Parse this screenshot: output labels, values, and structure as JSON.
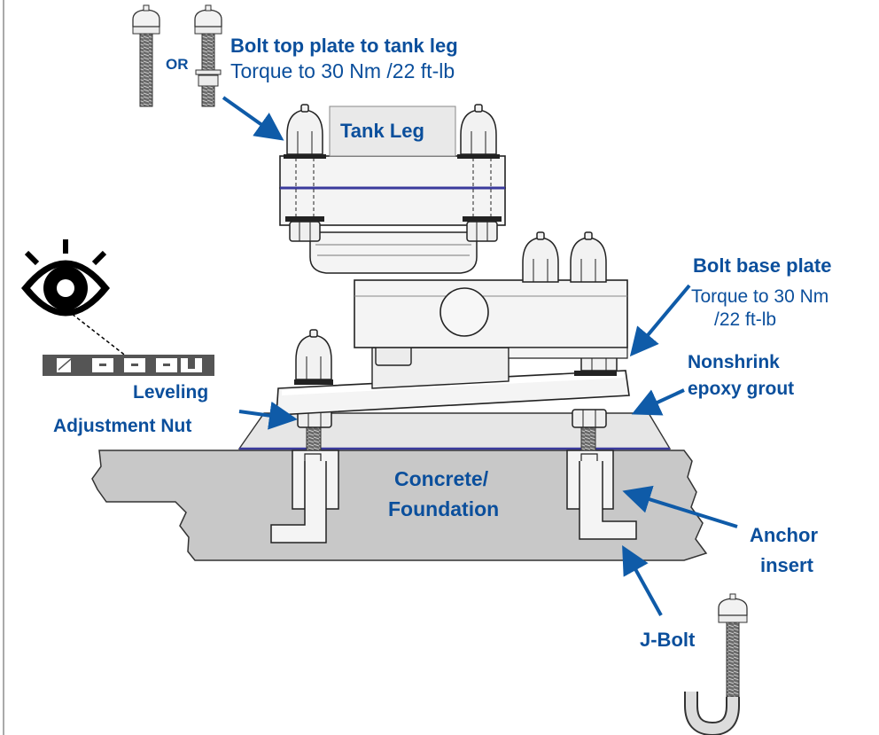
{
  "labels": {
    "or": "OR",
    "bolt_top_title": "Bolt top plate to tank leg",
    "bolt_top_torque": "Torque to 30 Nm /22 ft-lb",
    "tank_leg": "Tank Leg",
    "bolt_base_title": "Bolt base plate",
    "bolt_base_torque_1": "Torque to 30 Nm",
    "bolt_base_torque_2": "/22 ft-lb",
    "nonshrink_1": "Nonshrink",
    "nonshrink_2": "epoxy grout",
    "leveling_1": "Leveling",
    "leveling_2": "Adjustment Nut",
    "concrete_1": "Concrete/",
    "concrete_2": "Foundation",
    "anchor_1": "Anchor",
    "anchor_2": "insert",
    "jbolt": "J-Bolt"
  },
  "colors": {
    "label": "#0b4f9c",
    "arrow": "#0f5ba8",
    "concrete": "#c8c8c8",
    "grout": "#e6e6e6",
    "metal": "#f4f4f4",
    "outline": "#222222",
    "stripe": "#3a3a9c",
    "level_gauge": "#555555"
  },
  "icons": [
    "eye-icon",
    "level-gauge-icon",
    "bolt-icon",
    "j-bolt-icon"
  ]
}
